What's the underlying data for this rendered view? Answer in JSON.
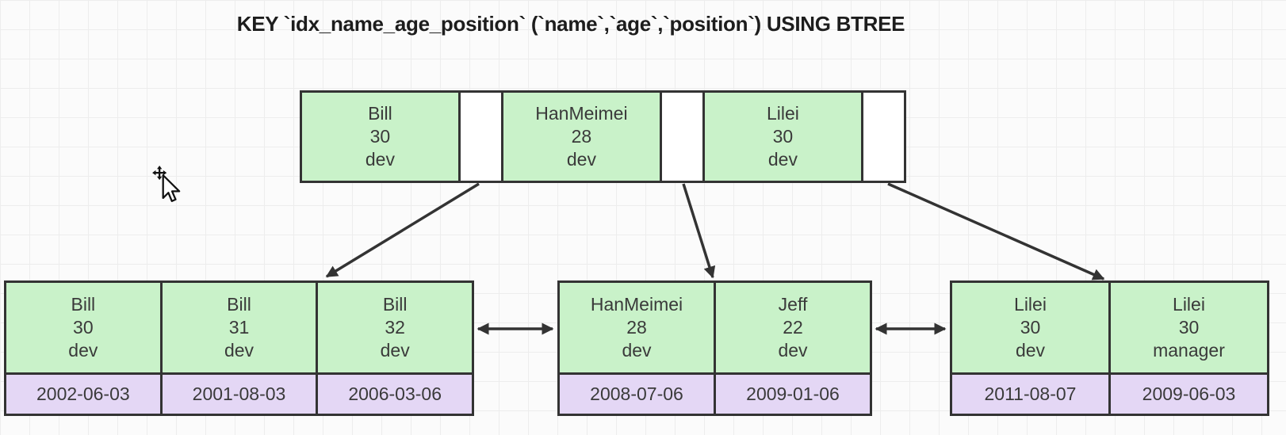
{
  "diagram_title": "KEY `idx_name_age_position` (`name`,`age`,`position`) USING BTREE",
  "colors": {
    "green-fill": "#c9f2c9",
    "purple-fill": "#e4d7f5",
    "line": "#333333",
    "text": "#3a3a3a",
    "title-text": "#1d1d1d",
    "canvas-bg": "#fbfbfb",
    "grid-line": "#ededed"
  },
  "icons": {
    "cursor": "move-pointer-cursor"
  },
  "root_node": {
    "keys": [
      {
        "name": "Bill",
        "age": "30",
        "position": "dev"
      },
      {
        "name": "HanMeimei",
        "age": "28",
        "position": "dev"
      },
      {
        "name": "Lilei",
        "age": "30",
        "position": "dev"
      }
    ]
  },
  "leaf_nodes": [
    {
      "entries": [
        {
          "name": "Bill",
          "age": "30",
          "position": "dev",
          "date": "2002-06-03"
        },
        {
          "name": "Bill",
          "age": "31",
          "position": "dev",
          "date": "2001-08-03"
        },
        {
          "name": "Bill",
          "age": "32",
          "position": "dev",
          "date": "2006-03-06"
        }
      ]
    },
    {
      "entries": [
        {
          "name": "HanMeimei",
          "age": "28",
          "position": "dev",
          "date": "2008-07-06"
        },
        {
          "name": "Jeff",
          "age": "22",
          "position": "dev",
          "date": "2009-01-06"
        }
      ]
    },
    {
      "entries": [
        {
          "name": "Lilei",
          "age": "30",
          "position": "dev",
          "date": "2011-08-07"
        },
        {
          "name": "Lilei",
          "age": "30",
          "position": "manager",
          "date": "2009-06-03"
        }
      ]
    }
  ]
}
